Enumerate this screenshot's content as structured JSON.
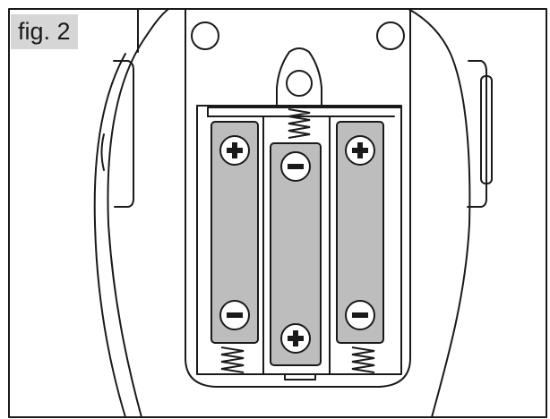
{
  "figure": {
    "label": "fig. 2",
    "colors": {
      "line": "#1a1a1a",
      "battery_fill": "#bdbdbd",
      "label_background": "#d6d6d6",
      "background": "#ffffff"
    },
    "batteries": [
      {
        "position": "left",
        "top_terminal": "+",
        "bottom_terminal": "-"
      },
      {
        "position": "middle",
        "top_terminal": "-",
        "bottom_terminal": "+"
      },
      {
        "position": "right",
        "top_terminal": "+",
        "bottom_terminal": "-"
      }
    ]
  }
}
